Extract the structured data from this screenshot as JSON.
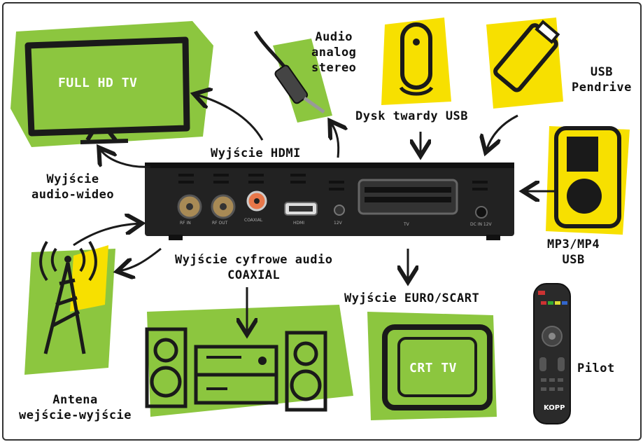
{
  "colors": {
    "green": "#8cc63f",
    "yellow": "#f7e000",
    "ink": "#1a1a1a",
    "device": "#222222"
  },
  "labels": {
    "full_hd_tv": "FULL HD TV",
    "audio_analog": [
      "Audio",
      "analog",
      "stereo"
    ],
    "usb_disk": "Dysk twardy USB",
    "usb_pendrive": [
      "USB",
      "Pendrive"
    ],
    "hdmi_out": "Wyjście HDMI",
    "av_out": [
      "Wyjście",
      "audio-wideo"
    ],
    "mp3": [
      "MP3/MP4",
      "USB"
    ],
    "digital_audio": [
      "Wyjście cyfrowe audio",
      "COAXIAL"
    ],
    "euro_scart": "Wyjście EURO/SCART",
    "crt_tv": "CRT TV",
    "remote": "Pilot",
    "antenna": [
      "Antena",
      "wejście-wyjście"
    ]
  },
  "device_ports": [
    "RF IN",
    "RF OUT",
    "COAXIAL",
    "HDMI",
    "12V",
    "TV",
    "DC IN 12V"
  ],
  "remote_brand": "KOPP",
  "icons": [
    "tv-icon",
    "headphone-jack-icon",
    "hard-disk-icon",
    "usb-stick-icon",
    "mp3-player-icon",
    "antenna-tower-icon",
    "stereo-speakers-icon",
    "crt-tv-icon",
    "remote-control-icon",
    "set-top-box-icon"
  ]
}
